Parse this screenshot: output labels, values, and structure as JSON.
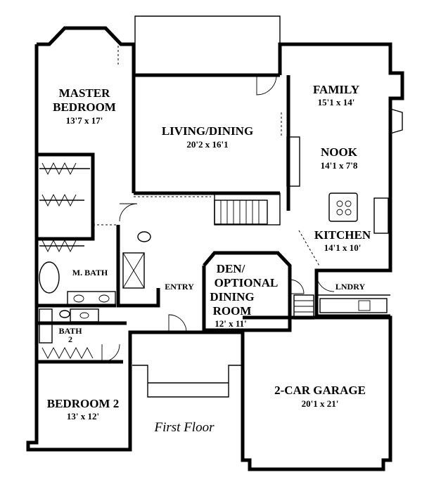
{
  "rooms": {
    "master": {
      "name_1": "MASTER",
      "name_2": "BEDROOM",
      "size": "13'7 x 17'"
    },
    "living": {
      "name": "LIVING/DINING",
      "size": "20'2 x 16'1"
    },
    "family": {
      "name": "FAMILY",
      "size": "15'1 x 14'"
    },
    "nook": {
      "name": "NOOK",
      "size": "14'1 x 7'8"
    },
    "kitchen": {
      "name": "KITCHEN",
      "size": "14'1 x 10'"
    },
    "den": {
      "name_1": "DEN/",
      "name_2": "OPTIONAL",
      "name_3": "DINING",
      "name_4": "ROOM",
      "size": "12' x 11'"
    },
    "mbath": {
      "name": "M. BATH"
    },
    "entry": {
      "name": "ENTRY"
    },
    "lndry": {
      "name": "LNDRY"
    },
    "bath2": {
      "name_1": "BATH",
      "name_2": "2"
    },
    "garage": {
      "name": "2-CAR GARAGE",
      "size": "20'1 x 21'"
    },
    "bedroom2": {
      "name": "BEDROOM 2",
      "size": "13' x 12'"
    }
  },
  "caption": "First Floor"
}
